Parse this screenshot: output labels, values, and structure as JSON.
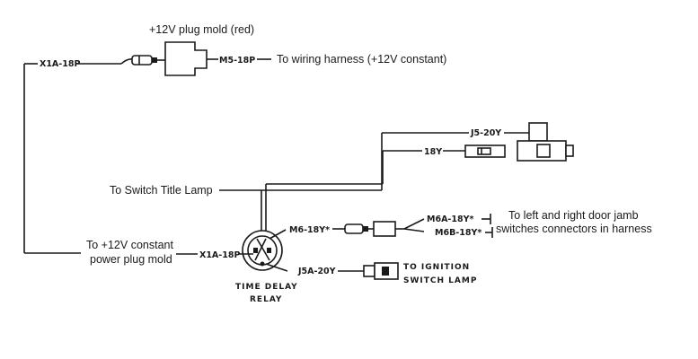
{
  "plug_mold": {
    "title": "+12V plug mold (red)",
    "left_wire": "X1A-18P",
    "right_wire": "M5-18P",
    "destination": "To wiring harness (+12V constant)"
  },
  "upper_connectors": {
    "wire_j5": "J5-20Y",
    "wire_18y": "18Y"
  },
  "title_lamp": {
    "label": "To Switch Title Lamp"
  },
  "relay": {
    "input_label_line1": "To +12V constant",
    "input_label_line2": "power plug mold",
    "input_wire": "X1A-18P",
    "output_wire_m6": "M6-18Y*",
    "output_wire_j5a": "J5A-20Y",
    "caption_line1": "TIME  DELAY",
    "caption_line2": "RELAY"
  },
  "door_jamb": {
    "wire_a": "M6A-18Y*",
    "wire_b": "M6B-18Y*",
    "label_line1": "To left and right door jamb",
    "label_line2": "switches connectors in harness"
  },
  "ignition_lamp": {
    "label_line1": "TO  IGNITION",
    "label_line2": "SWITCH  LAMP"
  }
}
